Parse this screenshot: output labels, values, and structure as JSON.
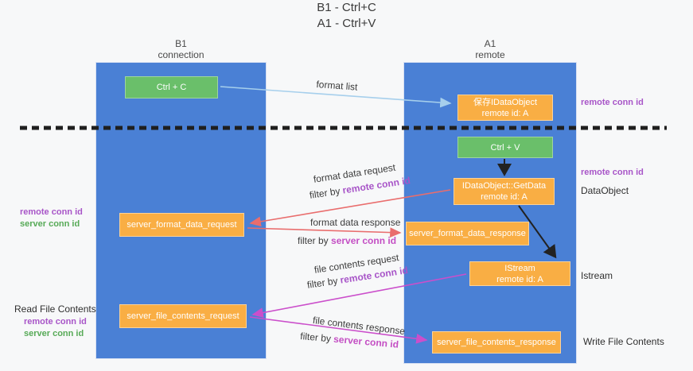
{
  "title": {
    "line1": "B1 - Ctrl+C",
    "line2": "A1 - Ctrl+V"
  },
  "lanes": {
    "left": {
      "title": "B1",
      "subtitle": "connection"
    },
    "right": {
      "title": "A1",
      "subtitle": "remote"
    }
  },
  "boxes": {
    "ctrl_c": {
      "label": "Ctrl + C"
    },
    "ctrl_v": {
      "label": "Ctrl + V"
    },
    "save_idataobject": {
      "line1": "保存IDataObject",
      "line2": "remote id: A"
    },
    "idataobject_getdata": {
      "line1": "IDataObject::GetData",
      "line2": "remote id: A"
    },
    "istream": {
      "line1": "IStream",
      "line2": "remote id: A"
    },
    "server_format_data_request": {
      "label": "server_format_data_request"
    },
    "server_format_data_response": {
      "label": "server_format_data_response"
    },
    "server_file_contents_request": {
      "label": "server_file_contents_request"
    },
    "server_file_contents_response": {
      "label": "server_file_contents_response"
    }
  },
  "edge_labels": {
    "format_list": "format list",
    "format_data_request": "format data request",
    "format_data_response": "format data response",
    "file_contents_request": "file contents request",
    "file_contents_response": "file contents response",
    "filter_by": "filter by ",
    "remote_conn_id": "remote conn id",
    "server_conn_id": "server conn id"
  },
  "side_labels": {
    "remote_conn_id": "remote conn id",
    "server_conn_id": "server conn id",
    "dataobject": "DataObject",
    "istream": "Istream",
    "read_file_contents": "Read File Contents",
    "write_file_contents": "Write File Contents"
  },
  "colors": {
    "lane_blue": "#4a80d5",
    "box_green": "#6abf6a",
    "box_orange": "#f9ae44",
    "label_purple": "#a855c8",
    "label_green": "#57aa57",
    "label_magenta": "#c44fc4",
    "arrow_red": "#e96d6d",
    "arrow_magenta": "#cb4fcb",
    "arrow_lightblue": "#a6cfec",
    "arrow_black": "#222222",
    "dashed_divider": "#1f1f1f"
  }
}
